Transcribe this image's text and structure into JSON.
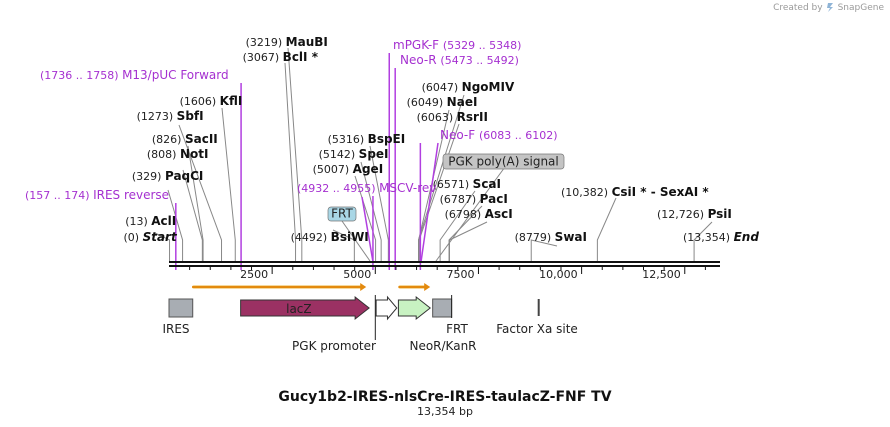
{
  "header": {
    "credit": "Created by",
    "brand": "SnapGene"
  },
  "map": {
    "total_bp": 13354,
    "title": "Gucy1b2-IRES-nlsCre-IRES-taulacZ-FNF TV",
    "subtitle": "13,354 bp"
  },
  "ruler": {
    "ticks": [
      "2500",
      "5000",
      "7500",
      "10,000",
      "12,500"
    ]
  },
  "sites": [
    {
      "pos": 0,
      "name": "Start",
      "num": "(0)",
      "style": "end"
    },
    {
      "pos": 13,
      "name": "AclI",
      "num": "(13)",
      "star": ""
    },
    {
      "pos": 329,
      "name": "PaqCI",
      "num": "(329)",
      "star": ""
    },
    {
      "pos": 808,
      "name": "NotI",
      "num": "(808)",
      "star": ""
    },
    {
      "pos": 826,
      "name": "SacII",
      "num": "(826)",
      "star": ""
    },
    {
      "pos": 1273,
      "name": "SbfI",
      "num": "(1273)",
      "star": ""
    },
    {
      "pos": 1606,
      "name": "KflI",
      "num": "(1606)",
      "star": ""
    },
    {
      "pos": 3067,
      "name": "BclI",
      "num": "(3067)",
      "star": " *"
    },
    {
      "pos": 3219,
      "name": "MauBI",
      "num": "(3219)",
      "star": ""
    },
    {
      "pos": 4492,
      "name": "BsiWI",
      "num": "(4492)",
      "star": ""
    },
    {
      "pos": 5007,
      "name": "AgeI",
      "num": "(5007)",
      "star": ""
    },
    {
      "pos": 5142,
      "name": "SpeI",
      "num": "(5142)",
      "star": ""
    },
    {
      "pos": 5316,
      "name": "BspEI",
      "num": "(5316)",
      "star": ""
    },
    {
      "pos": 6047,
      "name": "NgoMIV",
      "num": "(6047)",
      "star": ""
    },
    {
      "pos": 6049,
      "name": "NaeI",
      "num": "(6049)",
      "star": ""
    },
    {
      "pos": 6063,
      "name": "RsrII",
      "num": "(6063)",
      "star": ""
    },
    {
      "pos": 6571,
      "name": "ScaI",
      "num": "(6571)",
      "star": ""
    },
    {
      "pos": 6787,
      "name": "PacI",
      "num": "(6787)",
      "star": ""
    },
    {
      "pos": 6798,
      "name": "AscI",
      "num": "(6798)",
      "star": ""
    },
    {
      "pos": 8779,
      "name": "SwaI",
      "num": "(8779)",
      "star": ""
    },
    {
      "pos": 10382,
      "name": "CsiI",
      "name2": "SexAI",
      "num": "(10,382)",
      "star": " *"
    },
    {
      "pos": 12726,
      "name": "PsiI",
      "num": "(12,726)",
      "star": ""
    },
    {
      "pos": 13354,
      "name": "End",
      "num": "(13,354)",
      "style": "end"
    }
  ],
  "primers": [
    {
      "name": "IRES reverse",
      "range": "(157 .. 174)",
      "pos": 165
    },
    {
      "name": "M13/pUC Forward",
      "range": "(1736 .. 1758)",
      "pos": 1747
    },
    {
      "name": "MSCV-rev",
      "range": "(4932 .. 4955)",
      "pos": 4943
    },
    {
      "name": "mPGK-F",
      "range": "(5329 .. 5348)",
      "pos": 5338
    },
    {
      "name": "Neo-R",
      "range": "(5473 .. 5492)",
      "pos": 5482
    },
    {
      "name": "Neo-F",
      "range": "(6083 .. 6102)",
      "pos": 6092
    }
  ],
  "boxed_features": [
    {
      "name": "FRT",
      "fill": "#a9d7e6"
    },
    {
      "name": "PGK poly(A) signal",
      "fill": "#c4c4c4"
    }
  ],
  "features": [
    {
      "name": "IRES",
      "start": 0,
      "end": 575,
      "color": "#a8adb3",
      "kind": "box"
    },
    {
      "name": "lacZ",
      "start": 1736,
      "end": 4850,
      "color": "#9b3163",
      "kind": "arrow"
    },
    {
      "name": "PGK promoter",
      "start": 5020,
      "end": 5520,
      "color": "#ffffff",
      "kind": "arrow"
    },
    {
      "name": "NeoR/KanR",
      "start": 5560,
      "end": 6330,
      "color": "#c8f2c2",
      "kind": "arrow"
    },
    {
      "name": "FRT",
      "start": 6390,
      "end": 6850,
      "color": "#a8adb3",
      "kind": "box"
    },
    {
      "name": "Factor Xa site",
      "start": 8960,
      "end": 8985,
      "color": "#444444",
      "kind": "tick"
    }
  ],
  "orfs": [
    {
      "start": 560,
      "end": 4780
    },
    {
      "start": 5560,
      "end": 6330
    }
  ]
}
